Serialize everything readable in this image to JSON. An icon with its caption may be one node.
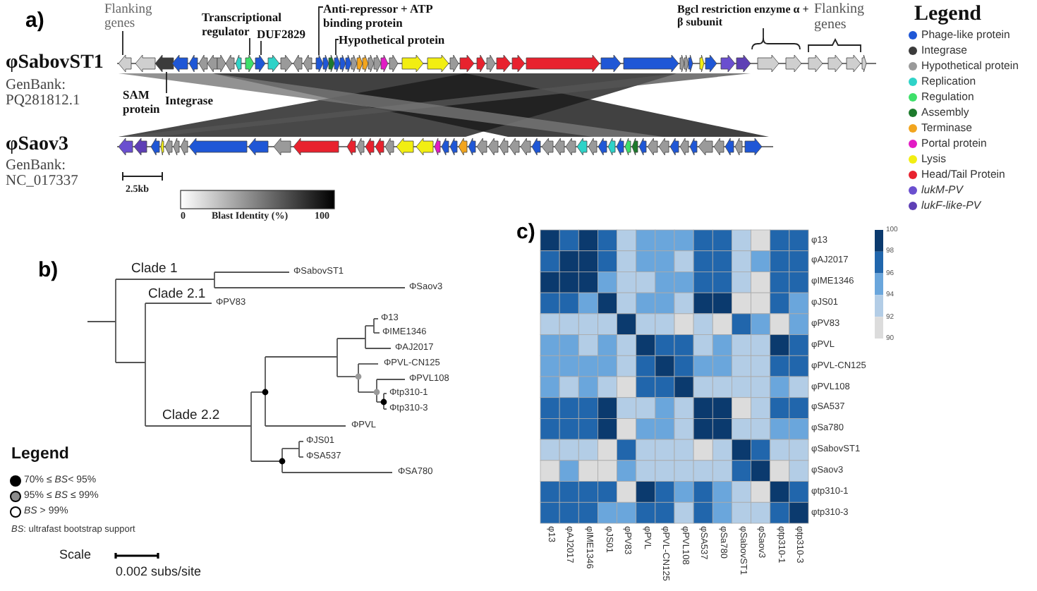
{
  "diagram": {
    "nodes": [
      {
        "text": [
          "Flanking genes"
        ]
      },
      {
        "text": [
          "Transcriptional regulator"
        ]
      },
      {
        "text": [
          "DUF2829"
        ]
      },
      {
        "text": [
          "Anti-repressor + ATP binding protein"
        ]
      },
      {
        "text": [
          "Hypothetical protein"
        ]
      },
      {
        "text": [
          "SAM protein"
        ]
      },
      {
        "text": [
          "Integrase"
        ]
      },
      {
        "text": [
          "Bgcl restriction enzyme α + β subunit"
        ]
      },
      {
        "text": [],
        "shape": "picture"
      }
    ],
    "edges": [
      {
        "from": 0,
        "to": 8,
        "arrow": "none"
      },
      {
        "from": 1,
        "to": 8,
        "arrow": "none"
      },
      {
        "from": 2,
        "to": 8,
        "arrow": "none"
      },
      {
        "from": 3,
        "to": 8,
        "arrow": "none"
      },
      {
        "from": 4,
        "to": 8,
        "arrow": "none"
      },
      {
        "from": 6,
        "to": 8,
        "arrow": "none"
      },
      {
        "from": 7,
        "to": null,
        "arrow": "none"
      }
    ],
    "labels": [
      "a)",
      "φSabovST1",
      "GenBank: PQ281812.1",
      "φSaov3",
      "GenBank: NC_017337",
      "Flanking genes",
      "2.5kb",
      "0",
      "Blast Identity (%)",
      "100",
      "Legend",
      "b)",
      "Clade 1",
      "ΦSabovST1",
      "ΦSaov3",
      "Clade 2.1",
      "ΦPV83",
      "Φ13",
      "ΦIME1346",
      "ΦAJ2017",
      "ΦPVL-CN125",
      "ΦPVL108",
      "Φtp310-1",
      "Φtp310-3",
      "Clade 2.2",
      "ΦPVL",
      "ΦJS01",
      "ΦSA537",
      "ΦSA780",
      "Legend",
      "*BS*: ultrafast bootstrap support",
      "Scale",
      "0.002 subs/site",
      "c)",
      "φ13",
      "φAJ2017",
      "φIME1346",
      "φJS01",
      "φPV83",
      "φPVL",
      "φPVL-CN125",
      "φPVL108",
      "φSA537",
      "φSa780",
      "φSabovST1",
      "φSaov3",
      "φtp310-1",
      "φtp310-3",
      "100",
      "98",
      "96",
      "94",
      "92",
      "90",
      "φ13",
      "φAJ2017",
      "φIME1346",
      "φJS01",
      "φPV83",
      "φPVL",
      "φPVL-CN125",
      "φPVL108",
      "φSA537",
      "φSa780",
      "φSabovST1",
      "φSaov3",
      "φtp310-1",
      "φtp310-3"
    ],
    "legend": [
      {
        "text": "Phage-like protein",
        "color": "#1f57d6"
      },
      {
        "text": "Integrase",
        "color": "#3b3b3b"
      },
      {
        "text": "Hypothetical protein",
        "color": "#9a9a9a"
      },
      {
        "text": "Replication",
        "color": "#2fd3c8"
      },
      {
        "text": "Regulation",
        "color": "#3ee06a"
      },
      {
        "text": "Assembly",
        "color": "#1d7a2c"
      },
      {
        "text": "Terminase",
        "color": "#f2a51e"
      },
      {
        "text": "Portal protein",
        "color": "#e21bc4"
      },
      {
        "text": "Lysis",
        "color": "#f2ee12"
      },
      {
        "text": "Head/Tail Protein",
        "color": "#e8222e"
      },
      {
        "text": "*lukM-PV*",
        "color": "#6a4fcf"
      },
      {
        "text": "*lukF-like-PV*",
        "color": "#5e3fb5"
      },
      {
        "text": "70% ≤ *BS*< 95%",
        "color": "#000000"
      },
      {
        "text": "95% ≤ *BS* ≤ 99%",
        "color": "#8c8c8c"
      },
      {
        "text": "*BS* > 99%",
        "color": "#ffffff"
      }
    ]
  }
}
